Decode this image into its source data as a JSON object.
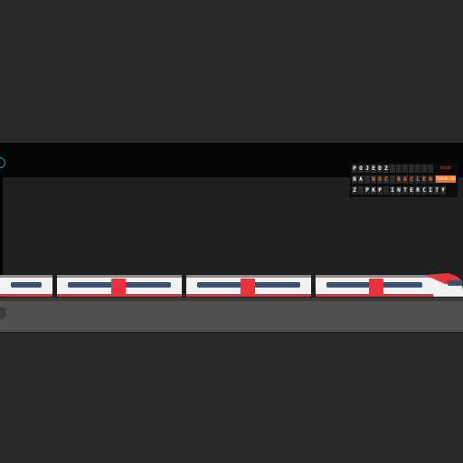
{
  "icons": {
    "nav": "compass-icon",
    "back": "close-icon"
  },
  "board": {
    "rows": [
      {
        "text": "POJEDZ       ",
        "highlight": []
      },
      {
        "text": "NA NOC RACLEN ",
        "highlight": [
          3,
          4,
          5,
          7,
          8,
          9,
          10,
          11,
          12
        ]
      },
      {
        "text": "Z PKP INTERCITY",
        "highlight": []
      }
    ]
  },
  "logo": {
    "small_text": "NOCNI",
    "badge_text": "PENDOLINO"
  },
  "colors": {
    "train_body": "#f2f2f2",
    "train_red": "#e8323c",
    "window": "#3c4f6e",
    "accent": "#f07a2a"
  }
}
